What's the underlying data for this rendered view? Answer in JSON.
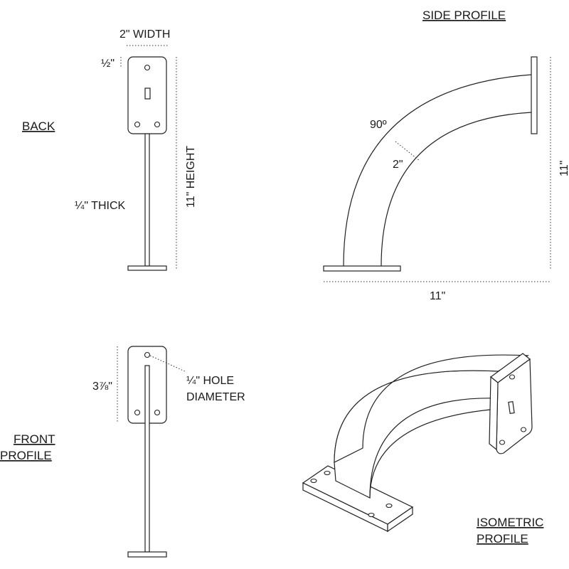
{
  "views": {
    "back": {
      "title": "BACK"
    },
    "side": {
      "title": "SIDE PROFILE"
    },
    "front": {
      "title_line1": "FRONT",
      "title_line2": "PROFILE"
    },
    "isometric": {
      "title_line1": "ISOMETRIC",
      "title_line2": "PROFILE"
    }
  },
  "dimensions": {
    "width": "2\" WIDTH",
    "half_inch": "½\"",
    "height_vertical": "11\" HEIGHT",
    "thick": "¼\" THICK",
    "angle": "90º",
    "bend_width": "2\"",
    "side_height": "11\"",
    "side_length": "11\"",
    "hole_spacing": "3⅞\"",
    "hole_line1": "¼\" HOLE",
    "hole_line2": "DIAMETER"
  }
}
